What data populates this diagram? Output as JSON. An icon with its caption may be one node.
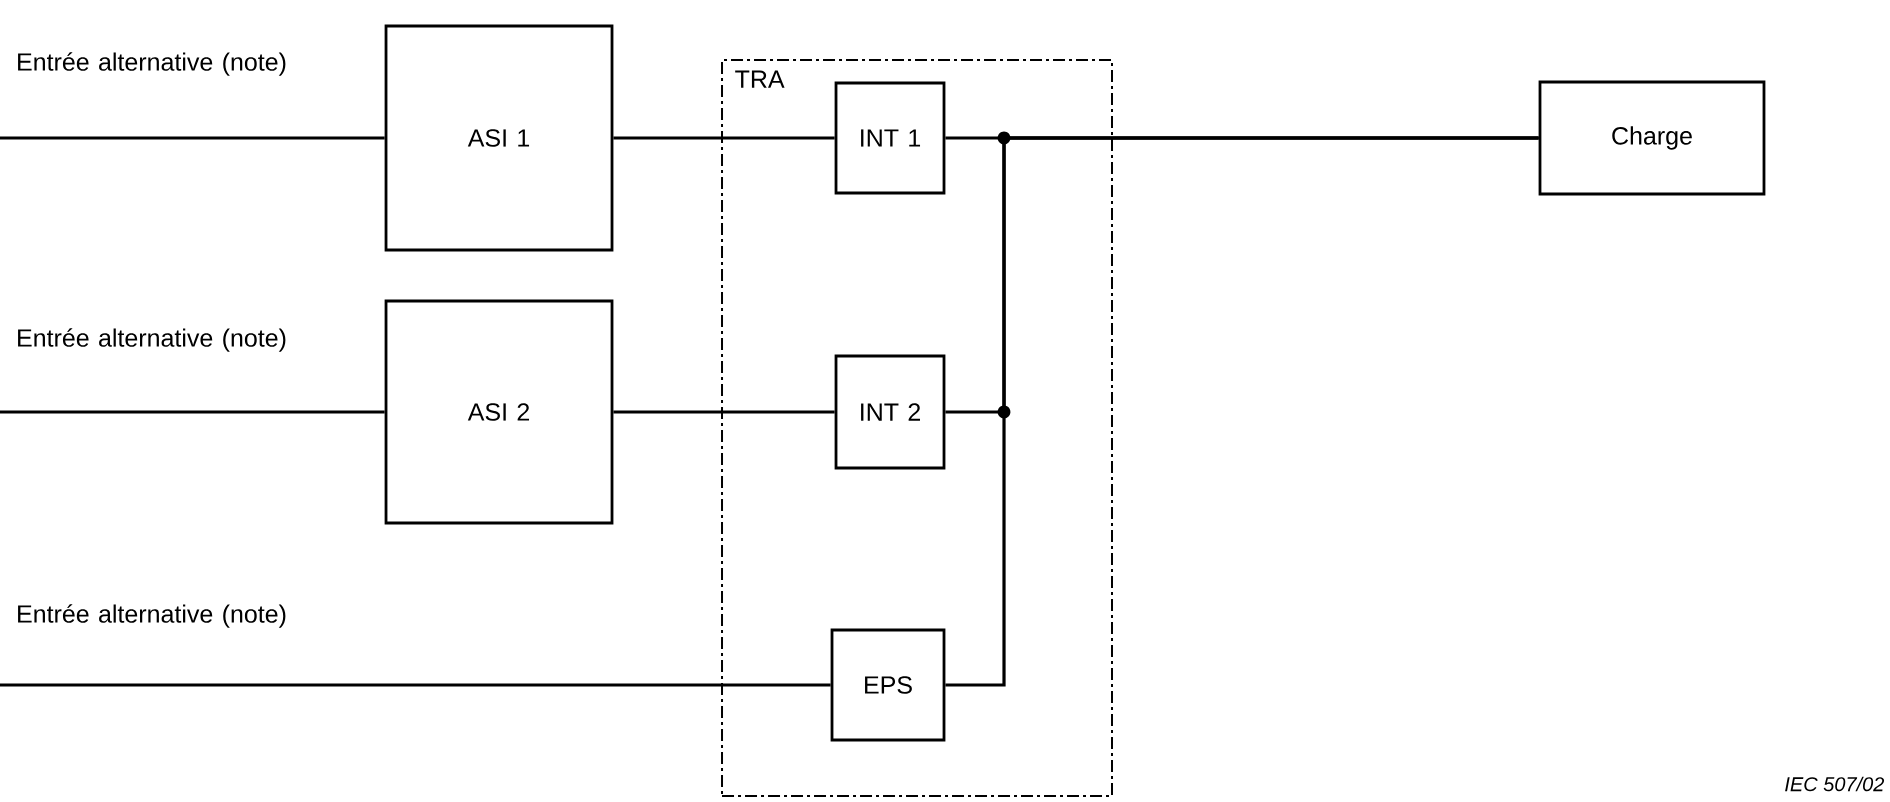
{
  "diagram": {
    "nodes": [
      {
        "text": [
          "Entrée alternative (note)"
        ]
      },
      {
        "text": [
          "ASI 1"
        ]
      },
      {
        "text": [
          "TRA"
        ]
      },
      {
        "text": [
          "INT 1"
        ],
        "in": 2
      },
      {
        "text": [
          "INT 2"
        ],
        "in": 2
      },
      {
        "text": [
          "EPS"
        ],
        "in": 2
      },
      {
        "text": [
          "Charge"
        ]
      },
      {
        "text": [
          "Entrée alternative (note)"
        ]
      },
      {
        "text": [
          "ASI 2"
        ]
      },
      {
        "text": [
          "Entrée alternative (note)"
        ]
      }
    ],
    "edges": [
      {
        "from": 0,
        "to": 1,
        "arrow": "none"
      },
      {
        "from": 1,
        "to": 3,
        "arrow": "none"
      },
      {
        "from": 3,
        "to": 6,
        "arrow": "none"
      },
      {
        "from": 7,
        "to": 8,
        "arrow": "none"
      },
      {
        "from": 8,
        "to": 4,
        "arrow": "none"
      },
      {
        "from": 4,
        "to": 6,
        "arrow": "none"
      },
      {
        "from": 9,
        "to": 5,
        "arrow": "none"
      },
      {
        "from": 5,
        "to": 6,
        "arrow": "none"
      }
    ],
    "labels": [
      "IEC 507/02"
    ]
  }
}
